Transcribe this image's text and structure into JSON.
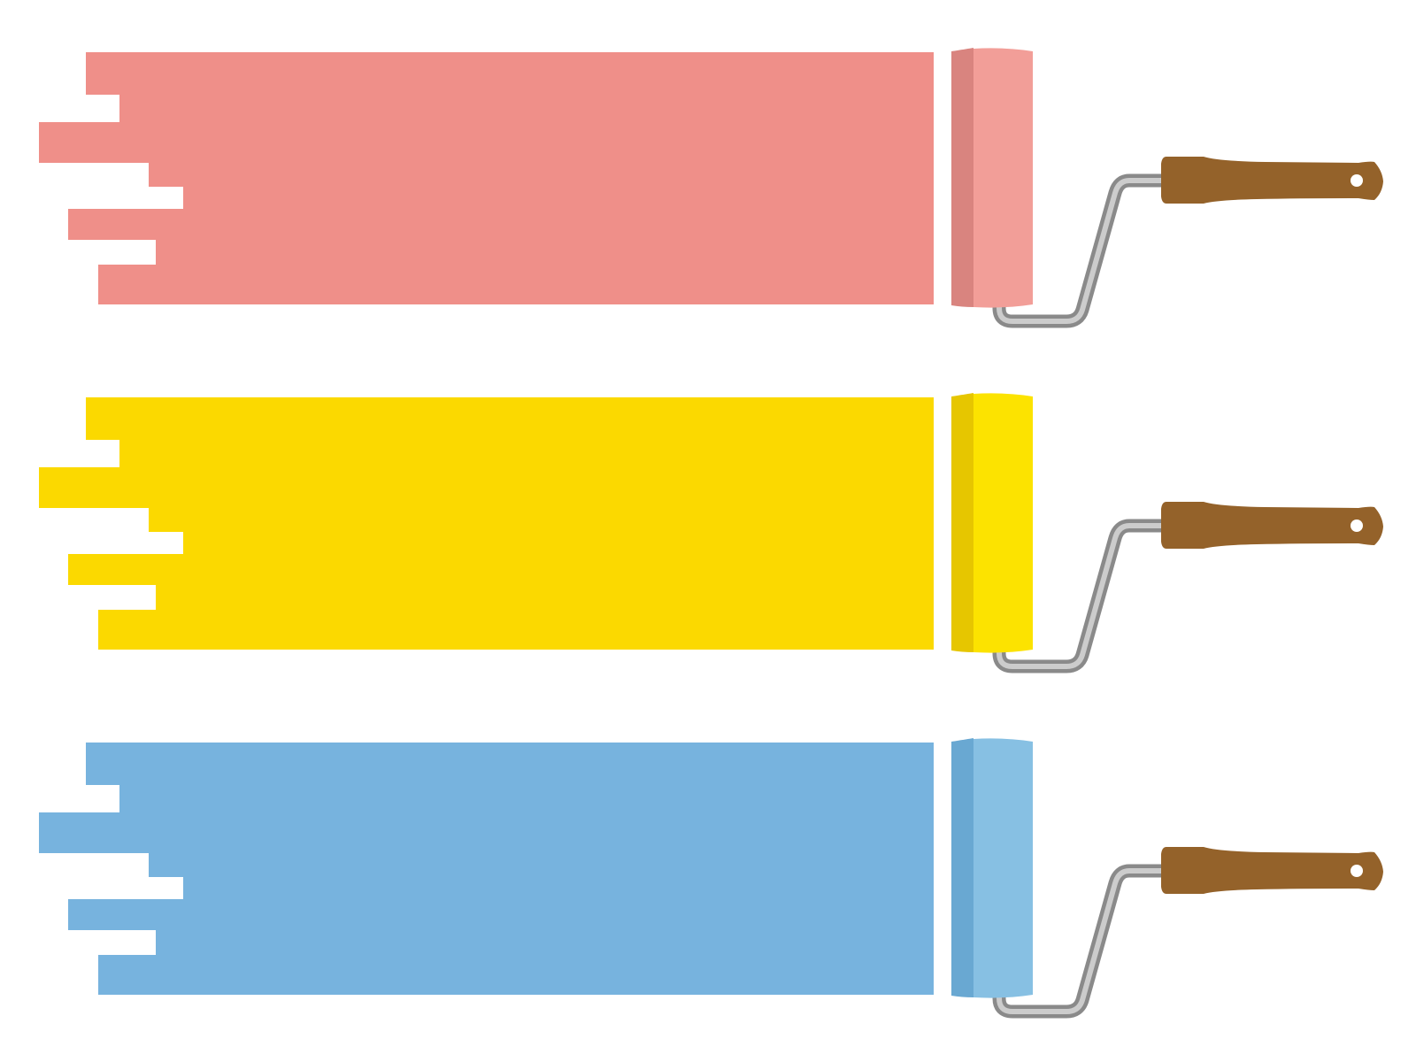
{
  "palette": {
    "background": "#ffffff",
    "handle_wood": "#94622a",
    "frame_gray_dark": "#8a8a8a",
    "frame_gray_light": "#cccccc",
    "hole": "#ffffff"
  },
  "rollers": [
    {
      "name": "pink",
      "stroke_color": "#ef8f89",
      "roller_shade": "#d9847f",
      "roller_light": "#f29e98"
    },
    {
      "name": "yellow",
      "stroke_color": "#fbd900",
      "roller_shade": "#e6c600",
      "roller_light": "#fce300"
    },
    {
      "name": "blue",
      "stroke_color": "#77b3de",
      "roller_shade": "#69a8d2",
      "roller_light": "#87c0e3"
    }
  ]
}
